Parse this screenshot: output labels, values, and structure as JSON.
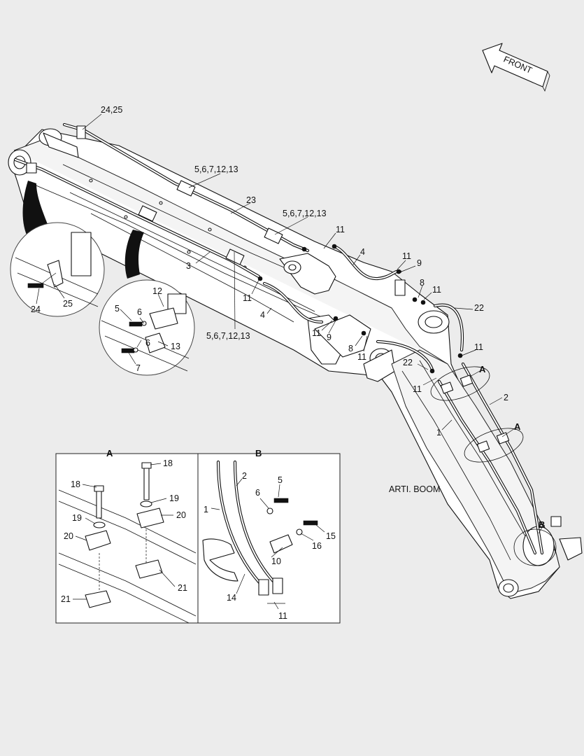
{
  "direction_arrow": {
    "label": "FRONT"
  },
  "caption": "ARTI. BOOM",
  "detail_views": [
    {
      "letter": "A"
    },
    {
      "letter": "B"
    }
  ],
  "main_callouts": [
    "24,25",
    "5,6,7,12,13",
    "23",
    "5,6,7,12,13",
    "11",
    "3",
    "4",
    "11",
    "9",
    "8",
    "11",
    "22",
    "11",
    "4",
    "5,6,7,12,13",
    "11",
    "9",
    "8",
    "11",
    "11",
    "22",
    "11",
    "A",
    "2",
    "1",
    "A",
    "B"
  ],
  "circle_left_callouts": [
    "24",
    "25"
  ],
  "circle_right_callouts": [
    "12",
    "5",
    "6",
    "13",
    "6",
    "7"
  ],
  "detail_a_callouts": [
    "18",
    "18",
    "19",
    "19",
    "20",
    "20",
    "21",
    "21"
  ],
  "detail_b_callouts": [
    "2",
    "5",
    "1",
    "6",
    "15",
    "16",
    "10",
    "14",
    "11"
  ]
}
